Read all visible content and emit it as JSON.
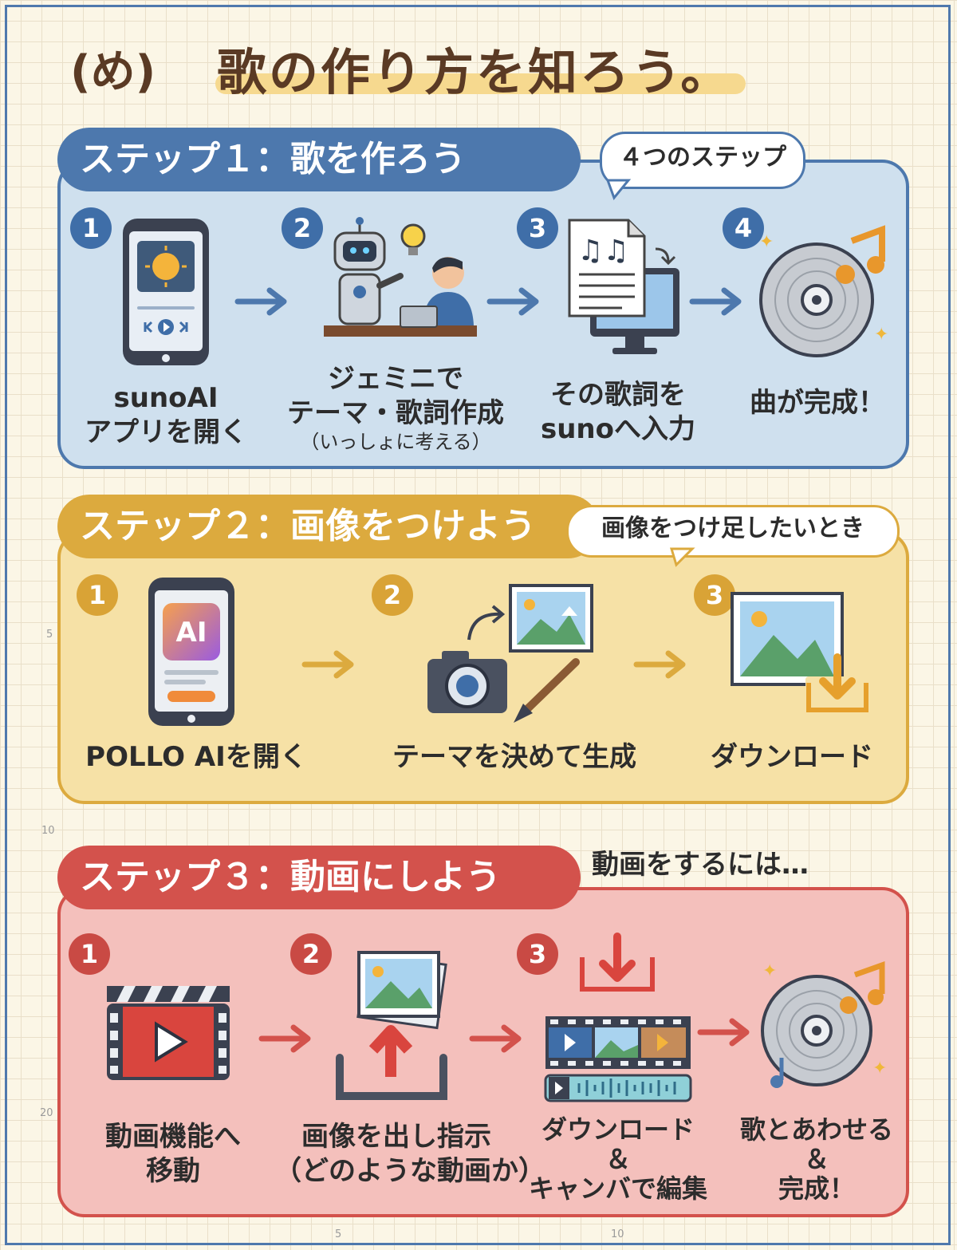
{
  "title": {
    "prefix": "(め)",
    "main": "歌の作り方を知ろう。"
  },
  "step1": {
    "banner": "ステップ１：歌を作ろう",
    "bubble": "４つのステップ",
    "items": [
      {
        "num": "1",
        "line1": "sunoAI",
        "line2": "アプリを開く",
        "icon": "smartphone-music-player-icon"
      },
      {
        "num": "2",
        "line1": "ジェミニで",
        "line2": "テーマ・歌詞作成",
        "line3": "（いっしょに考える）",
        "icon": "robot-and-person-icon"
      },
      {
        "num": "3",
        "line1": "その歌詞を",
        "line2": "sunoへ入力",
        "icon": "lyrics-to-computer-icon"
      },
      {
        "num": "4",
        "line1": "曲が完成！",
        "icon": "music-disc-icon"
      }
    ],
    "colors": {
      "accent": "#4d78ad",
      "panel": "#cfe0ee"
    }
  },
  "step2": {
    "banner": "ステップ２：画像をつけよう",
    "bubble": "画像をつけ足したいとき",
    "items": [
      {
        "num": "1",
        "line1": "POLLO AIを開く",
        "icon": "ai-app-phone-icon"
      },
      {
        "num": "2",
        "line1": "テーマを決めて生成",
        "icon": "camera-picture-brush-icon"
      },
      {
        "num": "3",
        "line1": "ダウンロード",
        "icon": "image-download-icon"
      }
    ],
    "colors": {
      "accent": "#dcaa3e",
      "panel": "#f6e1a6"
    }
  },
  "step3": {
    "banner": "ステップ３：動画にしよう",
    "note": "動画をするには…",
    "items": [
      {
        "num": "1",
        "line1": "動画機能へ",
        "line2": "移動",
        "icon": "video-clapper-icon"
      },
      {
        "num": "2",
        "line1": "画像を出し指示",
        "line2": "（どのような動画か）",
        "icon": "image-upload-icon"
      },
      {
        "num": "3",
        "line1": "ダウンロード",
        "line2": "＆",
        "line3": "キャンバで編集",
        "icon": "video-edit-timeline-icon"
      },
      {
        "num": "",
        "line1": "歌とあわせる",
        "line2": "＆",
        "line3": "完成！",
        "icon": "music-disc-icon"
      }
    ],
    "colors": {
      "accent": "#d3524c",
      "panel": "#f4c0bc"
    }
  },
  "ticks": {
    "y5": "5",
    "y10": "10",
    "y20": "20",
    "x5": "5",
    "x10": "10"
  }
}
